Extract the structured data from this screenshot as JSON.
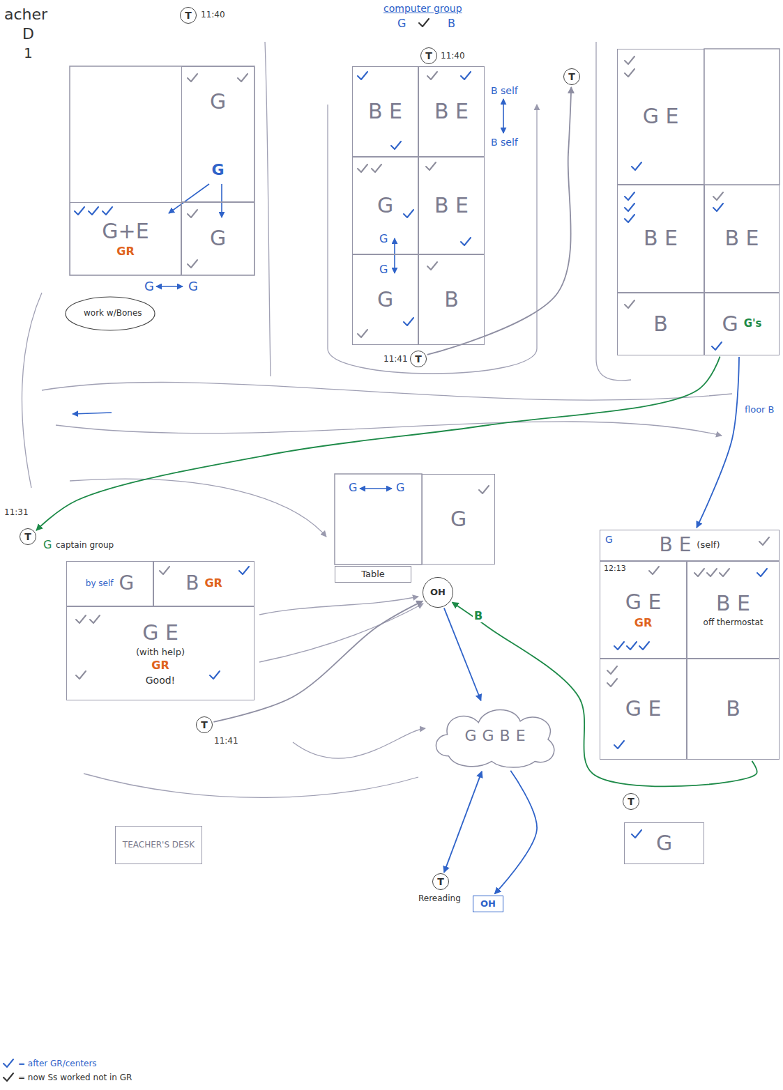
{
  "diagram": {
    "nodes": [
      {
        "text": [
          "G",
          "G"
        ]
      },
      {
        "text": [
          "G+E",
          "GR"
        ]
      },
      {
        "text": [
          "G"
        ]
      },
      {
        "text": [
          "B E"
        ]
      },
      {
        "text": [
          "B E"
        ]
      },
      {
        "text": [
          "G"
        ]
      },
      {
        "text": [
          "B E"
        ]
      },
      {
        "text": [
          "G"
        ]
      },
      {
        "text": [
          "B"
        ]
      },
      {
        "text": [
          "G E"
        ]
      },
      {
        "text": [
          "B E"
        ]
      },
      {
        "text": [
          "B E"
        ]
      },
      {
        "text": [
          "B"
        ]
      },
      {
        "text": [
          "G",
          "G's"
        ]
      },
      {
        "text": [
          "by self",
          "G"
        ]
      },
      {
        "text": [
          "B",
          "GR"
        ]
      },
      {
        "text": [
          "G E",
          "(with help)",
          "GR",
          "Good!"
        ]
      },
      {
        "text": [
          "G"
        ]
      },
      {
        "text": [
          "Table"
        ]
      },
      {
        "text": [
          "OH"
        ]
      },
      {
        "text": [
          "B E",
          "(self)"
        ]
      },
      {
        "text": [
          "G E",
          "GR"
        ]
      },
      {
        "text": [
          "B E",
          "off thermostat"
        ]
      },
      {
        "text": [
          "G E"
        ]
      },
      {
        "text": [
          "B"
        ]
      },
      {
        "text": [
          "G",
          "G",
          "B",
          "E"
        ]
      },
      {
        "text": [
          "G"
        ]
      },
      {
        "text": [
          "TEACHER'S DESK"
        ]
      },
      {
        "text": [
          "T"
        ]
      },
      {
        "text": [
          "T"
        ]
      },
      {
        "text": [
          "T"
        ]
      },
      {
        "text": [
          "T"
        ]
      },
      {
        "text": [
          "T"
        ]
      },
      {
        "text": [
          "T"
        ]
      },
      {
        "text": [
          "T"
        ]
      },
      {
        "text": [
          "T"
        ]
      },
      {
        "text": [
          "OH"
        ]
      }
    ],
    "edges": [
      {
        "from": 13,
        "to": 20,
        "arrow": "to"
      },
      {
        "from": 13,
        "to": 32,
        "arrow": "to"
      },
      {
        "from": 24,
        "to": 19,
        "arrow": "to",
        "label": "B"
      },
      {
        "from": 35,
        "to": 25,
        "arrow": "both"
      },
      {
        "from": 19,
        "to": 25,
        "arrow": "to"
      },
      {
        "from": 30,
        "to": 31,
        "arrow": "to"
      },
      {
        "from": 33,
        "to": 19,
        "arrow": "to"
      },
      {
        "from": 25,
        "to": 36,
        "arrow": "to"
      }
    ],
    "labels": [
      "acher",
      "D",
      "1",
      "computer group",
      "G",
      "B",
      "11:40",
      "11:40",
      "11:41",
      "G",
      "G",
      "work w/Bones",
      "B self",
      "B self",
      "G",
      "G",
      "floor B",
      "11:31",
      "G",
      "captain group",
      "G",
      "G",
      "11:41",
      "G",
      "12:13",
      "Rereading"
    ],
    "legend": [
      {
        "text": "= after GR/centers"
      },
      {
        "text": "= now Ss worked not in GR"
      }
    ]
  }
}
